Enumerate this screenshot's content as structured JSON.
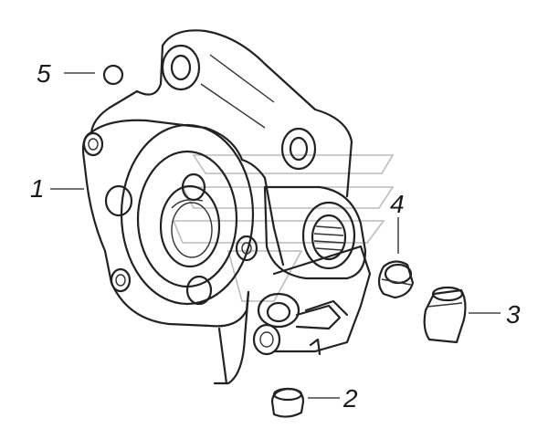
{
  "callouts": [
    {
      "id": "part-1",
      "label": "1"
    },
    {
      "id": "part-2",
      "label": "2"
    },
    {
      "id": "part-3",
      "label": "3"
    },
    {
      "id": "part-4",
      "label": "4"
    },
    {
      "id": "part-5",
      "label": "5"
    }
  ],
  "colors": {
    "line": "#222222",
    "watermark": "#bcbcbc",
    "background": "#ffffff"
  }
}
